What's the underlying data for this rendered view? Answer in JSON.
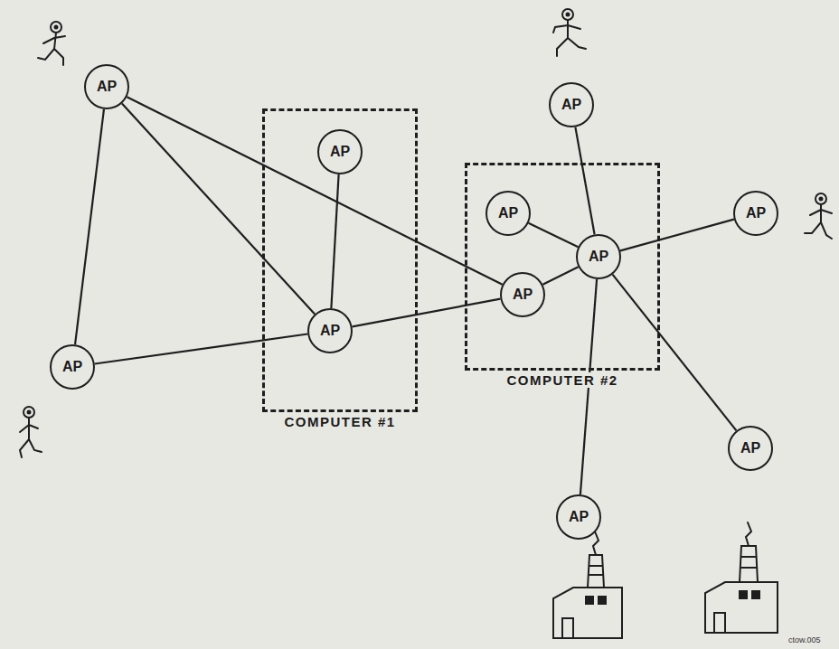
{
  "diagram": {
    "nodes": [
      {
        "text": [
          "AP"
        ]
      },
      {
        "text": [
          "COMPUTER #1"
        ]
      },
      {
        "text": [
          "AP"
        ],
        "in": 1
      },
      {
        "text": [
          "AP"
        ],
        "in": 1
      },
      {
        "text": [
          "AP"
        ]
      },
      {
        "text": [
          "COMPUTER #2"
        ]
      },
      {
        "text": [
          "AP"
        ],
        "in": 5
      },
      {
        "text": [
          "AP"
        ],
        "in": 5
      },
      {
        "text": [
          "AP"
        ],
        "in": 5
      },
      {
        "text": [
          "AP"
        ]
      },
      {
        "text": [
          "AP"
        ]
      },
      {
        "text": [
          "AP"
        ]
      },
      {
        "text": [
          "AP"
        ]
      }
    ],
    "edges": [
      {
        "from": 0,
        "to": 10,
        "arrow": "none"
      },
      {
        "from": 0,
        "to": 3,
        "arrow": "none"
      },
      {
        "from": 0,
        "to": 8,
        "arrow": "none"
      },
      {
        "from": 2,
        "to": 3,
        "arrow": "none"
      },
      {
        "from": 10,
        "to": 3,
        "arrow": "none"
      },
      {
        "from": 3,
        "to": 8,
        "arrow": "none"
      },
      {
        "from": 8,
        "to": 7,
        "arrow": "none"
      },
      {
        "from": 6,
        "to": 7,
        "arrow": "none"
      },
      {
        "from": 4,
        "to": 7,
        "arrow": "none"
      },
      {
        "from": 9,
        "to": 7,
        "arrow": "none"
      },
      {
        "from": 11,
        "to": 7,
        "arrow": "none"
      },
      {
        "from": 12,
        "to": 7,
        "arrow": "none"
      }
    ],
    "labels": [
      "ctow.005"
    ]
  }
}
